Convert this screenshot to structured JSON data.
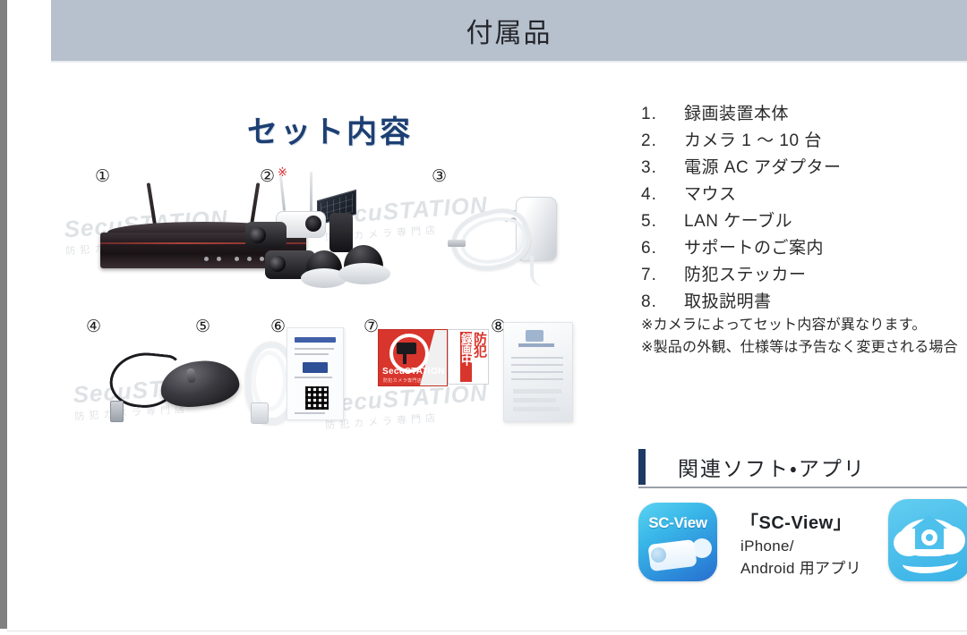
{
  "page": {
    "header_title": "付属品",
    "banner_color": "#b7c0cd",
    "accent_navy": "#1f3864",
    "heading_blue": "#1d3f73",
    "sticker_red": "#d8352c"
  },
  "set_contents": {
    "heading": "セット内容",
    "watermark": "SecuSTATION",
    "watermark_sub": "防犯カメラ専門店",
    "items": [
      {
        "number": "①",
        "star": "",
        "name": "録画装置本体",
        "icon": "nvr-recorder-image"
      },
      {
        "number": "②",
        "star": "※",
        "name": "カメラ",
        "icon": "camera-group-image"
      },
      {
        "number": "③",
        "star": "",
        "name": "電源 AC アダプター",
        "icon": "ac-adapter-image"
      },
      {
        "number": "④",
        "star": "",
        "name": "マウス",
        "icon": "mouse-image"
      },
      {
        "number": "⑤",
        "star": "",
        "name": "LAN ケーブル",
        "icon": "lan-cable-image"
      },
      {
        "number": "⑥",
        "star": "",
        "name": "サポートのご案内",
        "icon": "support-card-image"
      },
      {
        "number": "⑦",
        "star": "",
        "name": "防犯ステッカー",
        "icon": "security-sticker-image"
      },
      {
        "number": "⑧",
        "star": "",
        "name": "取扱説明書",
        "icon": "manual-booklet-image"
      }
    ],
    "sticker_text": {
      "brand": "SecuSTATION",
      "brand_sub": "防犯カメラ専門店",
      "vertical_1": "防犯",
      "vertical_2": "録画中"
    }
  },
  "parts_list": {
    "rows": [
      {
        "no": "1.",
        "label": "録画装置本体"
      },
      {
        "no": "2.",
        "label": "カメラ 1 〜 10 台"
      },
      {
        "no": "3.",
        "label": "電源 AC アダプター"
      },
      {
        "no": "4.",
        "label": "マウス"
      },
      {
        "no": "5.",
        "label": "LAN ケーブル"
      },
      {
        "no": "6.",
        "label": "サポートのご案内"
      },
      {
        "no": "7.",
        "label": "防犯ステッカー"
      },
      {
        "no": "8.",
        "label": "取扱説明書"
      }
    ],
    "notes": [
      "※カメラによってセット内容が異なります。",
      "※製品の外観、仕様等は予告なく変更される場合"
    ]
  },
  "related_software": {
    "title": "関連ソフト・アプリ",
    "apps": [
      {
        "icon_label": "SC-View",
        "name": "「SC-View」",
        "platform_line1": "iPhone/",
        "platform_line2": "Android 用アプリ",
        "icon": "sc-view-app-icon"
      },
      {
        "icon": "cloud-camera-app-icon"
      }
    ]
  }
}
